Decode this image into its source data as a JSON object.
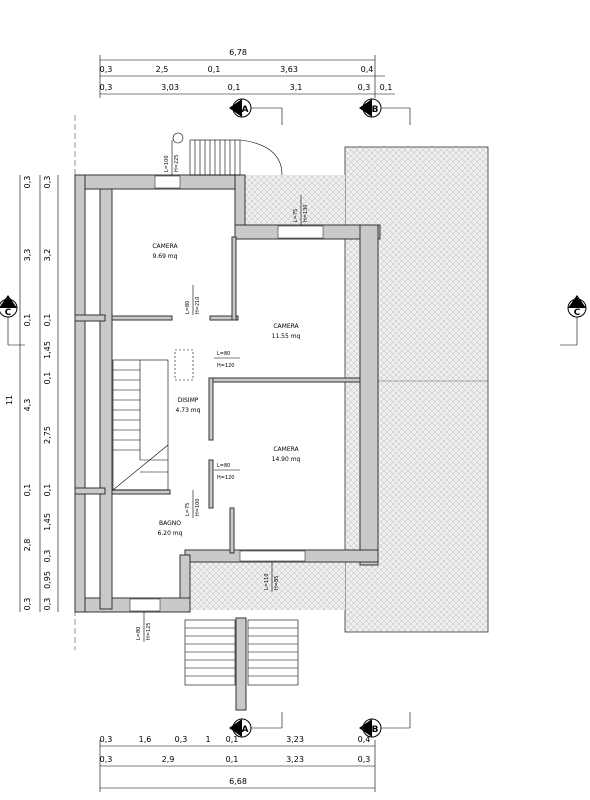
{
  "dimensions": {
    "top_total": "6,78",
    "top_row1": [
      "0,3",
      "2,5",
      "0,1",
      "3,63",
      "0,4"
    ],
    "top_row2": [
      "0,3",
      "3,03",
      "0,1",
      "3,1",
      "0,3",
      "0,1"
    ],
    "left_total": "11",
    "left_outer": [
      "0,3",
      "3,3",
      "0,1",
      "4,3",
      "0,1",
      "2,8",
      "0,3"
    ],
    "left_inner": [
      "0,3",
      "3,2",
      "0,1",
      "1,45",
      "0,1",
      "2,75",
      "0,1",
      "1,45",
      "0,3",
      "0,95",
      "0,3"
    ],
    "bottom_row1": [
      "0,3",
      "1,6",
      "0,3",
      "1",
      "0,1",
      "3,23",
      "0,4"
    ],
    "bottom_row2": [
      "0,3",
      "2,9",
      "0,1",
      "3,23",
      "0,3"
    ],
    "bottom_total": "6,68"
  },
  "sections": {
    "a_top": "A",
    "b_top": "B",
    "c_left": "C",
    "c_right": "C",
    "a_bottom": "A",
    "b_bottom": "B"
  },
  "rooms": [
    {
      "name": "CAMERA",
      "area": "9.69 mq"
    },
    {
      "name": "CAMERA",
      "area": "11.55 mq"
    },
    {
      "name": "DISIMP",
      "area": "4.73 mq"
    },
    {
      "name": "CAMERA",
      "area": "14.90 mq"
    },
    {
      "name": "BAGNO",
      "area": "6.20 mq"
    }
  ],
  "openings": {
    "top_window": [
      "L=100",
      "H=225"
    ],
    "window_camera2": [
      "L=75",
      "H=130"
    ],
    "door_camera1": [
      "L=80",
      "H=210"
    ],
    "door_camera2": [
      "L=80",
      "H=120"
    ],
    "door_camera3": [
      "L=80",
      "H=120"
    ],
    "door_bagno": [
      "L=75",
      "H=100"
    ],
    "window_bottom": [
      "L=110",
      "H=85"
    ],
    "bottom_left_window": [
      "L=80",
      "H=125"
    ]
  }
}
